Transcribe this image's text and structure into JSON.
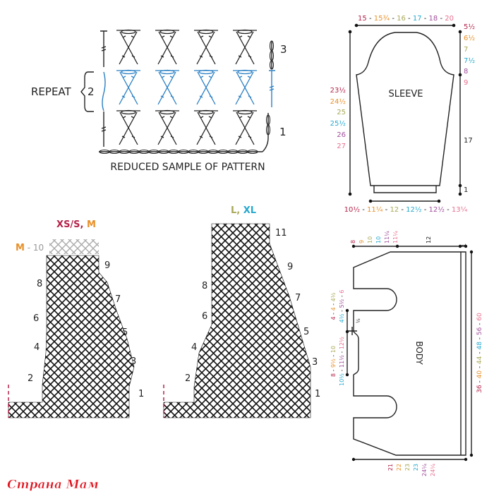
{
  "colors": {
    "xs_s": "#b5234a",
    "m": "#e8902a",
    "l": "#a8a858",
    "xl": "#25a9cf",
    "x2l": "#a04f9c",
    "x3l": "#e8708f",
    "repeat": "#2a7fc4",
    "watermark": "#e0141e"
  },
  "sample": {
    "title": "REDUCED SAMPLE OF PATTERN",
    "repeat_label": "REPEAT",
    "rows": [
      "1",
      "2",
      "3"
    ]
  },
  "sleeve": {
    "label": "SLEEVE",
    "top_width": [
      "15",
      "15¾",
      "16",
      "17",
      "18",
      "20"
    ],
    "cuff_width": [
      "10½",
      "11¼",
      "12",
      "12½",
      "12½",
      "13¼"
    ],
    "length": [
      "23½",
      "24½",
      "25",
      "25½",
      "26",
      "27"
    ],
    "cap_height": [
      "5½",
      "6½",
      "7",
      "7½",
      "8",
      "9"
    ],
    "underarm_length": "17",
    "cuff_height": "1"
  },
  "chart_small": {
    "sizes": [
      "XS/S",
      "M"
    ],
    "extra_row_size": "M",
    "extra_row": "10",
    "rows": [
      "1",
      "2",
      "3",
      "4",
      "5",
      "6",
      "7",
      "8",
      "9"
    ]
  },
  "chart_large": {
    "sizes": [
      "L",
      "XL"
    ],
    "rows": [
      "1",
      "2",
      "3",
      "4",
      "5",
      "6",
      "7",
      "8",
      "9",
      "11"
    ]
  },
  "body": {
    "label": "BODY",
    "shoulder": [
      "8",
      "9",
      "10",
      "10",
      "11¼",
      "11¼"
    ],
    "back_top": "12",
    "edge": "1",
    "width": [
      "36",
      "40",
      "44",
      "48",
      "56",
      "60"
    ],
    "height": [
      "21",
      "22",
      "23",
      "23",
      "24¼",
      "24¼"
    ],
    "neck_depth": [
      "8",
      "9½",
      "10",
      "10½",
      "11½",
      "12½"
    ],
    "neck_side": [
      "4",
      "4",
      "4½",
      "4½",
      "5½",
      "6"
    ],
    "neck_shape": "½"
  },
  "watermark": "Страна Мам"
}
